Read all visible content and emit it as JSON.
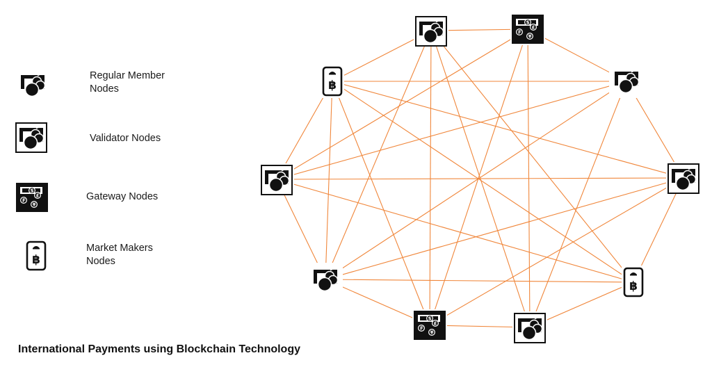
{
  "caption": "International Payments using Blockchain Technology",
  "edge_color": "#F0863A",
  "legend": [
    {
      "type": "regular",
      "label": "Regular Member\nNodes",
      "icon": "money-coins-icon"
    },
    {
      "type": "validator",
      "label": "Validator Nodes",
      "icon": "framed-money-coins-icon"
    },
    {
      "type": "gateway",
      "label": "Gateway Nodes",
      "icon": "currency-exchange-icon"
    },
    {
      "type": "market_maker",
      "label": "Market Makers\nNodes",
      "icon": "bitcoin-phone-icon"
    }
  ],
  "network": {
    "nodes": [
      {
        "id": "N0",
        "type": "validator"
      },
      {
        "id": "N1",
        "type": "gateway"
      },
      {
        "id": "N2",
        "type": "regular"
      },
      {
        "id": "N3",
        "type": "validator"
      },
      {
        "id": "N4",
        "type": "market_maker"
      },
      {
        "id": "N5",
        "type": "validator"
      },
      {
        "id": "N6",
        "type": "gateway"
      },
      {
        "id": "N7",
        "type": "regular"
      },
      {
        "id": "N8",
        "type": "validator"
      },
      {
        "id": "N9",
        "type": "market_maker"
      }
    ],
    "edges": [
      [
        "N0",
        "N1"
      ],
      [
        "N1",
        "N2"
      ],
      [
        "N2",
        "N3"
      ],
      [
        "N3",
        "N4"
      ],
      [
        "N4",
        "N5"
      ],
      [
        "N5",
        "N6"
      ],
      [
        "N6",
        "N7"
      ],
      [
        "N7",
        "N8"
      ],
      [
        "N8",
        "N9"
      ],
      [
        "N9",
        "N0"
      ],
      [
        "N0",
        "N6"
      ],
      [
        "N0",
        "N7"
      ],
      [
        "N0",
        "N4"
      ],
      [
        "N1",
        "N6"
      ],
      [
        "N1",
        "N8"
      ],
      [
        "N1",
        "N5"
      ],
      [
        "N9",
        "N2"
      ],
      [
        "N9",
        "N4"
      ],
      [
        "N9",
        "N7"
      ],
      [
        "N9",
        "N6"
      ],
      [
        "N9",
        "N3"
      ],
      [
        "N2",
        "N8"
      ],
      [
        "N2",
        "N7"
      ],
      [
        "N2",
        "N5"
      ],
      [
        "N8",
        "N3"
      ],
      [
        "N8",
        "N4"
      ],
      [
        "N3",
        "N7"
      ],
      [
        "N3",
        "N6"
      ],
      [
        "N7",
        "N4"
      ],
      [
        "N5",
        "N0"
      ]
    ]
  }
}
